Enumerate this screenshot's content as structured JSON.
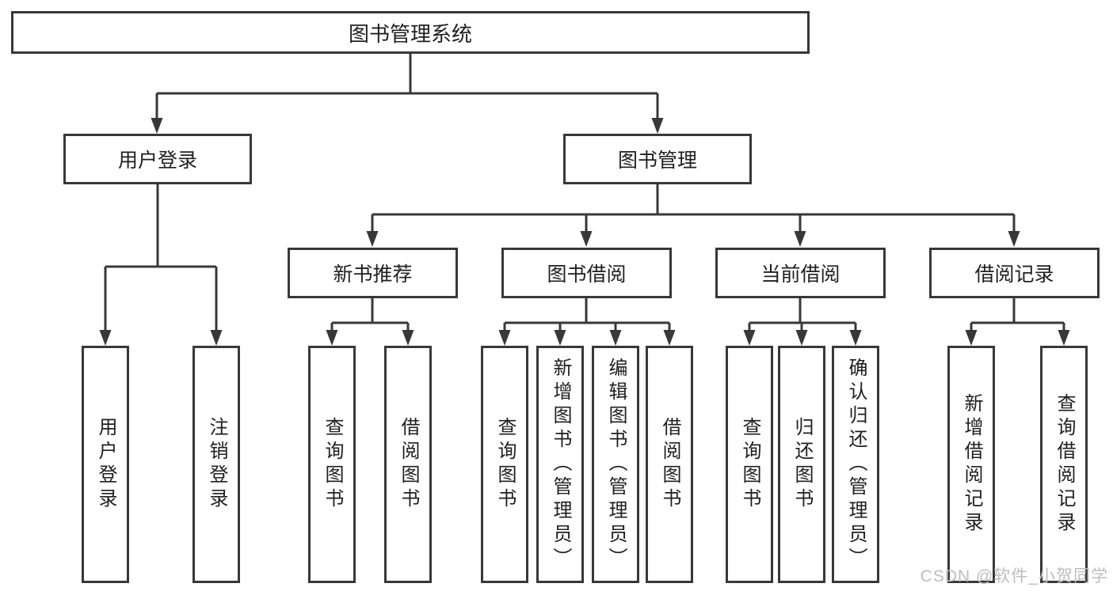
{
  "tree": {
    "root": "图书管理系统",
    "branches": [
      {
        "label": "用户登录",
        "children": [
          "用户登录",
          "注销登录"
        ]
      },
      {
        "label": "图书管理",
        "groups": [
          {
            "label": "新书推荐",
            "children": [
              "查询图书",
              "借阅图书"
            ]
          },
          {
            "label": "图书借阅",
            "children": [
              "查询图书",
              "新增图书（管理员）",
              "编辑图书（管理员）",
              "借阅图书"
            ]
          },
          {
            "label": "当前借阅",
            "children": [
              "查询图书",
              "归还图书",
              "确认归还（管理员）"
            ]
          },
          {
            "label": "借阅记录",
            "children": [
              "新增借阅记录",
              "查询借阅记录"
            ]
          }
        ]
      }
    ]
  },
  "watermark": "CSDN @软件_小贺同学",
  "colors": {
    "line": "#383838",
    "border": "#383838",
    "text": "#1f1f1f",
    "watermark": "#bdbdbd",
    "background": "#ffffff"
  }
}
